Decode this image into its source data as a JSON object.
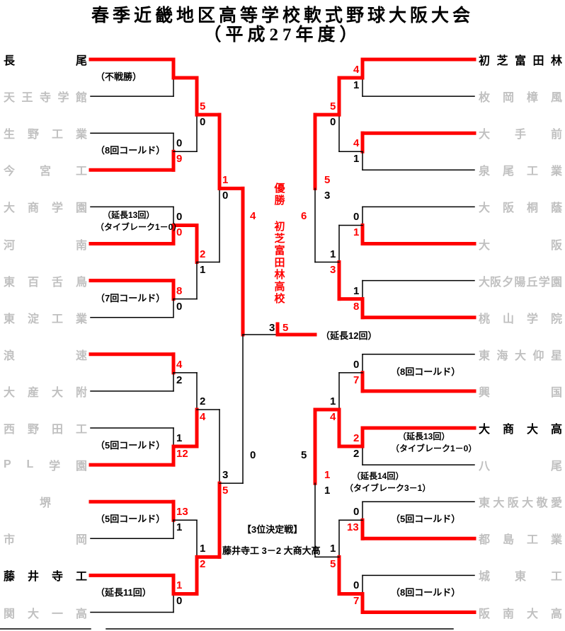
{
  "title": {
    "main": "春季近畿地区高等学校軟式野球大阪大会",
    "sub": "（平成27年度）"
  },
  "colors": {
    "winner_line": "#ff0000",
    "loser_line": "#000000",
    "eliminated_team": "#c0c0c0",
    "advancing_team": "#000000"
  },
  "left_teams": [
    {
      "name": "長尾",
      "chars": [
        "長",
        "尾"
      ],
      "status": "advanced"
    },
    {
      "name": "天王寺学館",
      "chars": [
        "天",
        "王",
        "寺",
        "学",
        "館"
      ],
      "status": "eliminated"
    },
    {
      "name": "生野工業",
      "chars": [
        "生",
        "野",
        "工",
        "業"
      ],
      "status": "eliminated"
    },
    {
      "name": "今宮工",
      "chars": [
        "今",
        "宮",
        "工"
      ],
      "status": "eliminated"
    },
    {
      "name": "大商学園",
      "chars": [
        "大",
        "商",
        "学",
        "園"
      ],
      "status": "eliminated"
    },
    {
      "name": "河南",
      "chars": [
        "河",
        "南"
      ],
      "status": "eliminated"
    },
    {
      "name": "東百舌鳥",
      "chars": [
        "東",
        "百",
        "舌",
        "鳥"
      ],
      "status": "eliminated"
    },
    {
      "name": "東淀工業",
      "chars": [
        "東",
        "淀",
        "工",
        "業"
      ],
      "status": "eliminated"
    },
    {
      "name": "浪速",
      "chars": [
        "浪",
        "速"
      ],
      "status": "eliminated"
    },
    {
      "name": "大産大附",
      "chars": [
        "大",
        "産",
        "大",
        "附"
      ],
      "status": "eliminated"
    },
    {
      "name": "西野田工",
      "chars": [
        "西",
        "野",
        "田",
        "工"
      ],
      "status": "eliminated"
    },
    {
      "name": "PL学園",
      "chars": [
        "P",
        "L",
        "学",
        "園"
      ],
      "status": "eliminated"
    },
    {
      "name": "堺",
      "chars": [
        "",
        "",
        "堺",
        "",
        ""
      ],
      "status": "eliminated"
    },
    {
      "name": "市岡",
      "chars": [
        "市",
        "岡"
      ],
      "status": "eliminated"
    },
    {
      "name": "藤井寺工",
      "chars": [
        "藤",
        "井",
        "寺",
        "工"
      ],
      "status": "advanced"
    },
    {
      "name": "関大一高",
      "chars": [
        "関",
        "大",
        "一",
        "高"
      ],
      "status": "eliminated"
    }
  ],
  "right_teams": [
    {
      "name": "初芝富田林",
      "chars": [
        "初",
        "芝",
        "富",
        "田",
        "林"
      ],
      "status": "advanced"
    },
    {
      "name": "枚岡樟風",
      "chars": [
        "枚",
        "岡",
        "樟",
        "風"
      ],
      "status": "eliminated"
    },
    {
      "name": "大手前",
      "chars": [
        "大",
        "手",
        "前"
      ],
      "status": "eliminated"
    },
    {
      "name": "泉尾工業",
      "chars": [
        "泉",
        "尾",
        "工",
        "業"
      ],
      "status": "eliminated"
    },
    {
      "name": "大阪桐蔭",
      "chars": [
        "大",
        "阪",
        "桐",
        "蔭"
      ],
      "status": "eliminated"
    },
    {
      "name": "大阪",
      "chars": [
        "大",
        "阪"
      ],
      "status": "eliminated"
    },
    {
      "name": "大阪夕陽丘学園",
      "chars": [
        "大阪",
        "夕",
        "陽",
        "丘",
        "学",
        "園"
      ],
      "status": "eliminated"
    },
    {
      "name": "桃山学院",
      "chars": [
        "桃",
        "山",
        "学",
        "院"
      ],
      "status": "eliminated"
    },
    {
      "name": "東海大仰星",
      "chars": [
        "東",
        "海",
        "大",
        "仰",
        "星"
      ],
      "status": "eliminated"
    },
    {
      "name": "興国",
      "chars": [
        "興",
        "国"
      ],
      "status": "eliminated"
    },
    {
      "name": "大商大高",
      "chars": [
        "大",
        "商",
        "大",
        "高"
      ],
      "status": "advanced"
    },
    {
      "name": "八尾",
      "chars": [
        "八",
        "尾"
      ],
      "status": "eliminated"
    },
    {
      "name": "東大阪大敬愛",
      "chars": [
        "東",
        "大",
        "阪",
        "大",
        "敬",
        "愛"
      ],
      "status": "eliminated"
    },
    {
      "name": "都島工業",
      "chars": [
        "都",
        "島",
        "工",
        "業"
      ],
      "status": "eliminated"
    },
    {
      "name": "城東工",
      "chars": [
        "城",
        "東",
        "工"
      ],
      "status": "eliminated"
    },
    {
      "name": "阪南大高",
      "chars": [
        "阪",
        "南",
        "大",
        "高"
      ],
      "status": "eliminated"
    }
  ],
  "left_round1": [
    {
      "top": "長尾",
      "bottom": "天王寺学館",
      "top_score": "",
      "bottom_score": "",
      "winner": "top",
      "note": [
        "（不戦勝）"
      ]
    },
    {
      "top": "生野工業",
      "bottom": "今宮工",
      "top_score": "0",
      "bottom_score": "9",
      "winner": "bottom",
      "note": [
        "（8回コールド）"
      ]
    },
    {
      "top": "大商学園",
      "bottom": "河南",
      "top_score": "0",
      "bottom_score": "0",
      "winner": "bottom",
      "note": [
        "（延長13回）",
        "（タイブレーク1－0）"
      ]
    },
    {
      "top": "東百舌鳥",
      "bottom": "東淀工業",
      "top_score": "8",
      "bottom_score": "0",
      "winner": "top",
      "note": [
        "（7回コールド）"
      ]
    },
    {
      "top": "浪速",
      "bottom": "大産大附",
      "top_score": "4",
      "bottom_score": "2",
      "winner": "top",
      "note": []
    },
    {
      "top": "西野田工",
      "bottom": "PL学園",
      "top_score": "1",
      "bottom_score": "12",
      "winner": "bottom",
      "note": [
        "（5回コールド）"
      ]
    },
    {
      "top": "堺",
      "bottom": "市岡",
      "top_score": "13",
      "bottom_score": "1",
      "winner": "top",
      "note": [
        "（5回コールド）"
      ]
    },
    {
      "top": "藤井寺工",
      "bottom": "関大一高",
      "top_score": "1",
      "bottom_score": "0",
      "winner": "top",
      "note": [
        "（延長11回）"
      ]
    }
  ],
  "left_round2": [
    {
      "top_score": "5",
      "bottom_score": "0",
      "winner": "top"
    },
    {
      "top_score": "2",
      "bottom_score": "1",
      "winner": "top"
    },
    {
      "top_score": "2",
      "bottom_score": "4",
      "winner": "bottom"
    },
    {
      "top_score": "1",
      "bottom_score": "2",
      "winner": "bottom"
    }
  ],
  "left_round3": [
    {
      "top_score": "1",
      "bottom_score": "0",
      "winner": "top"
    },
    {
      "top_score": "3",
      "bottom_score": "5",
      "winner": "bottom"
    }
  ],
  "left_semi": {
    "top_score": "4",
    "bottom_score": "0",
    "winner": "top"
  },
  "right_round1": [
    {
      "top": "初芝富田林",
      "bottom": "枚岡樟風",
      "top_score": "4",
      "bottom_score": "1",
      "winner": "top",
      "note": []
    },
    {
      "top": "大手前",
      "bottom": "泉尾工業",
      "top_score": "4",
      "bottom_score": "1",
      "winner": "top",
      "note": []
    },
    {
      "top": "大阪桐蔭",
      "bottom": "大阪",
      "top_score": "0",
      "bottom_score": "1",
      "winner": "bottom",
      "note": []
    },
    {
      "top": "大阪夕陽丘学園",
      "bottom": "桃山学院",
      "top_score": "1",
      "bottom_score": "8",
      "winner": "bottom",
      "note": []
    },
    {
      "top": "東海大仰星",
      "bottom": "興国",
      "top_score": "0",
      "bottom_score": "7",
      "winner": "bottom",
      "note": [
        "（8回コールド）"
      ]
    },
    {
      "top": "大商大高",
      "bottom": "八尾",
      "top_score": "2",
      "bottom_score": "2",
      "winner": "top",
      "note": [
        "（延長13回）",
        "（タイブレーク1－0）"
      ]
    },
    {
      "top": "東大阪大敬愛",
      "bottom": "都島工業",
      "top_score": "0",
      "bottom_score": "13",
      "winner": "bottom",
      "note": [
        "（5回コールド）"
      ]
    },
    {
      "top": "城東工",
      "bottom": "阪南大高",
      "top_score": "0",
      "bottom_score": "7",
      "winner": "bottom",
      "note": [
        "（8回コールド）"
      ]
    }
  ],
  "right_round2": [
    {
      "top_score": "5",
      "bottom_score": "0",
      "winner": "top"
    },
    {
      "top_score": "1",
      "bottom_score": "3",
      "winner": "bottom"
    },
    {
      "top_score": "1",
      "bottom_score": "4",
      "winner": "bottom"
    },
    {
      "top_score": "1",
      "bottom_score": "5",
      "winner": "bottom"
    }
  ],
  "right_round3": [
    {
      "top_score": "5",
      "bottom_score": "3",
      "winner": "top",
      "note": []
    },
    {
      "top_score": "1",
      "bottom_score": "1",
      "winner": "top",
      "note": [
        "（延長14回）",
        "（タイブレーク3－1）"
      ]
    }
  ],
  "right_semi": {
    "top_score": "6",
    "bottom_score": "5",
    "winner": "top"
  },
  "final": {
    "left_score": "3",
    "right_score": "5",
    "winner": "right",
    "note": "（延長12回）"
  },
  "champion": {
    "label": "優勝",
    "team": "初芝富田林高校"
  },
  "third_place": {
    "title": "【3位決定戦】",
    "result": "藤井寺工 3－2 大商大高"
  }
}
